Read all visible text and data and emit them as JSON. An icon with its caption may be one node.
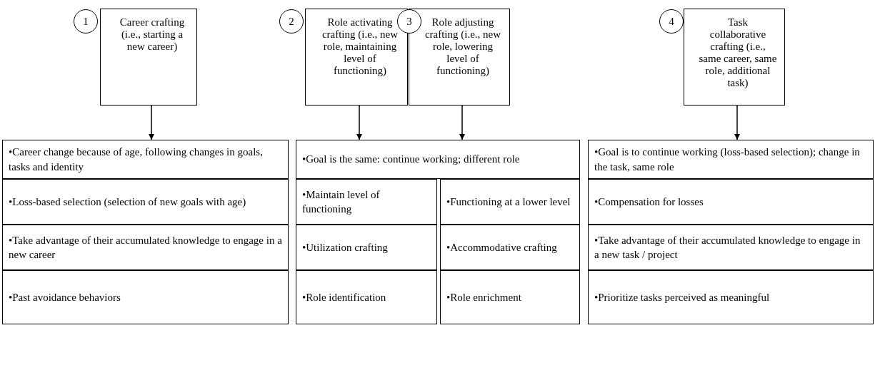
{
  "diagram": {
    "nodes": [
      {
        "text": [
          "1"
        ]
      },
      {
        "text": [
          "Career crafting (i.e., starting a new career)"
        ]
      },
      {
        "text": [
          "2"
        ]
      },
      {
        "text": [
          "Role activating crafting (i.e., new role, maintaining level of functioning)"
        ]
      },
      {
        "text": [
          "3"
        ]
      },
      {
        "text": [
          "Role adjusting crafting (i.e., new role, lowering level of functioning)"
        ]
      },
      {
        "text": [
          "4"
        ]
      },
      {
        "text": [
          "Task collaborative crafting (i.e., same career, same role, additional task)"
        ]
      },
      {
        "text": [
          "•Career change because of age, following changes in goals, tasks and identity"
        ]
      },
      {
        "text": [
          "•Goal is the same: continue working; different role"
        ]
      },
      {
        "text": [
          "•Goal is to continue working (loss-based selection); change in the task, same role"
        ]
      },
      {
        "text": [
          "•Loss-based selection (selection of new goals with age)"
        ]
      },
      {
        "text": [
          "•Maintain level of functioning"
        ]
      },
      {
        "text": [
          "•Functioning at a lower level"
        ]
      },
      {
        "text": [
          "•Compensation for losses"
        ]
      },
      {
        "text": [
          "•Take advantage of their accumulated knowledge to engage in a new career"
        ]
      },
      {
        "text": [
          "•Utilization crafting"
        ]
      },
      {
        "text": [
          "•Accommodative crafting"
        ]
      },
      {
        "text": [
          "•Take advantage of their accumulated knowledge to engage in a new task / project"
        ]
      },
      {
        "text": [
          "•Past avoidance behaviors"
        ]
      },
      {
        "text": [
          "•Role identification"
        ]
      },
      {
        "text": [
          "•Role enrichment"
        ]
      },
      {
        "text": [
          "•Prioritize tasks perceived as meaningful"
        ]
      }
    ],
    "edges": [
      {
        "from": 1,
        "to": 8,
        "arrow": "to"
      },
      {
        "from": 3,
        "to": 9,
        "arrow": "to"
      },
      {
        "from": 5,
        "to": 9,
        "arrow": "to"
      },
      {
        "from": 7,
        "to": 10,
        "arrow": "to"
      }
    ]
  }
}
